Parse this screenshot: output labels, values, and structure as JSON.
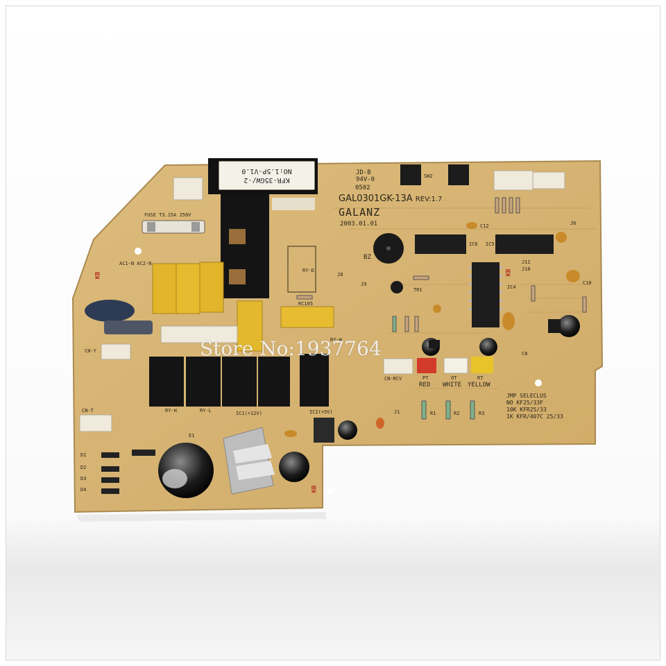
{
  "board": {
    "model": "GAL0301GK-13A",
    "revision": "REV:1.7",
    "brand": "GALANZ",
    "date": "2003.01.01",
    "rating": "94V-0",
    "batch": "0502",
    "cert_mark": "JD-B"
  },
  "sticker": {
    "line1": "KFR-35GW/-2",
    "line2": "NO:1.5P-V1.0"
  },
  "silkscreen": {
    "fuse": "FUSE T3.15A 250V",
    "ac_in": "AC1-N  AC2-N",
    "bz": "BZ",
    "cn_rcv": "CN-RCV",
    "cn_t": "CN-T",
    "cn_y": "CN-Y",
    "ic1": "IC1(+12V)",
    "ic2": "IC2(+5V)",
    "ry_d": "RY-D",
    "ry_w": "RY-W",
    "ry_h": "RY-H",
    "ry_h2": "RY-L",
    "rc105": "RC105",
    "tr1": "TR1",
    "ic4": "IC4",
    "ic5": "IC5",
    "ic6": "IC6",
    "pt": "PT",
    "ot": "OT",
    "rt": "RT",
    "red": "RED",
    "white": "WHITE",
    "yellow": "YELLOW",
    "e1": "E1",
    "j1": "J1",
    "j9": "J9",
    "j8": "J8",
    "j6": "J6",
    "j10": "J10",
    "j11": "J11",
    "d1": "D1",
    "d2": "D2",
    "d3": "D3",
    "d4": "D4",
    "r1": "R1",
    "r2": "R2",
    "r3": "R3",
    "c8": "C8",
    "c10": "C10",
    "c12": "C12",
    "kb": "KB",
    "sw": "SW2",
    "jmp_header": "JMP   SELECLUS",
    "jmp_rows": [
      "NO    KF25/33F",
      "10K   KFR25/33",
      "1K    KFR/407C 25/33"
    ]
  },
  "watermark": "Store No:1937764",
  "colors": {
    "pcb": "#d9b676",
    "pcb_edge": "#b8955a",
    "relay": "#151515",
    "capacitor_yellow": "#e2b52a",
    "connector": "#f1ece0",
    "background": "#ffffff"
  }
}
